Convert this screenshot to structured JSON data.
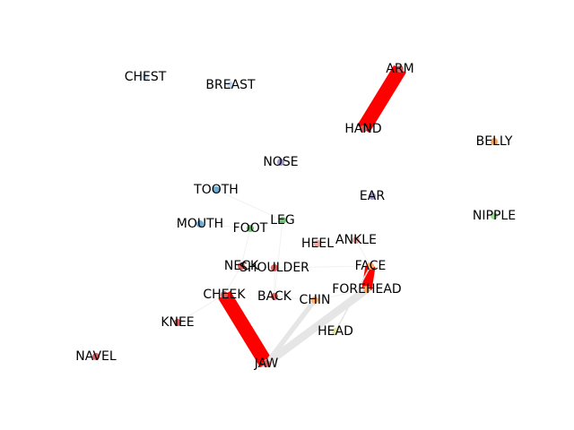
{
  "graph": {
    "nodes": [
      {
        "id": "CHEST",
        "label": "CHEST",
        "color": "#c6dbef"
      },
      {
        "id": "BREAST",
        "label": "BREAST",
        "color": "#c6dbef"
      },
      {
        "id": "ARM",
        "label": "ARM",
        "color": "#d95f5f"
      },
      {
        "id": "HAND",
        "label": "HAND",
        "color": "#d95f5f"
      },
      {
        "id": "BELLY",
        "label": "BELLY",
        "color": "#f4a261"
      },
      {
        "id": "NOSE",
        "label": "NOSE",
        "color": "#9e9ac8"
      },
      {
        "id": "TOOTH",
        "label": "TOOTH",
        "color": "#6baed6"
      },
      {
        "id": "EAR",
        "label": "EAR",
        "color": "#9e9ac8"
      },
      {
        "id": "NIPPLE",
        "label": "NIPPLE",
        "color": "#a1d99b"
      },
      {
        "id": "LEG",
        "label": "LEG",
        "color": "#74c476"
      },
      {
        "id": "MOUTH",
        "label": "MOUTH",
        "color": "#6baed6"
      },
      {
        "id": "FOOT",
        "label": "FOOT",
        "color": "#74c476"
      },
      {
        "id": "ANKLE",
        "label": "ANKLE",
        "color": "#f4a6a6"
      },
      {
        "id": "HEEL",
        "label": "HEEL",
        "color": "#f4a6a6"
      },
      {
        "id": "NECK",
        "label": "NECK",
        "color": "#d95f5f"
      },
      {
        "id": "SHOULDER",
        "label": "SHOULDER",
        "color": "#d95f5f"
      },
      {
        "id": "FACE",
        "label": "FACE",
        "color": "#fdae6b"
      },
      {
        "id": "CHEEK",
        "label": "CHEEK",
        "color": "#d95f5f"
      },
      {
        "id": "BACK",
        "label": "BACK",
        "color": "#d95f5f"
      },
      {
        "id": "CHIN",
        "label": "CHIN",
        "color": "#fdae6b"
      },
      {
        "id": "FOREHEAD",
        "label": "FOREHEAD",
        "color": "#fdae6b"
      },
      {
        "id": "KNEE",
        "label": "KNEE",
        "color": "#d95f5f"
      },
      {
        "id": "HEAD",
        "label": "HEAD",
        "color": "#e7e7a0"
      },
      {
        "id": "NAVEL",
        "label": "NAVEL",
        "color": "#d95f5f"
      },
      {
        "id": "JAW",
        "label": "JAW",
        "color": "#d95f5f"
      }
    ],
    "edges": [
      {
        "source": "ARM",
        "target": "HAND",
        "weight": 1.0,
        "color": "#ff0000"
      },
      {
        "source": "CHEEK",
        "target": "JAW",
        "weight": 1.0,
        "color": "#ff0000"
      },
      {
        "source": "FACE",
        "target": "FOREHEAD",
        "weight": 0.7,
        "color": "#ff0000"
      },
      {
        "source": "FOREHEAD",
        "target": "JAW",
        "weight": 0.55,
        "color": "#e6e6e6"
      },
      {
        "source": "CHIN",
        "target": "JAW",
        "weight": 0.35,
        "color": "#e6e6e6"
      },
      {
        "source": "FACE",
        "target": "HEAD",
        "weight": 0.1,
        "color": "#e6e6e6"
      },
      {
        "source": "TOOTH",
        "target": "LEG",
        "weight": 0.05,
        "color": "#eeeeee"
      },
      {
        "source": "LEG",
        "target": "FOOT",
        "weight": 0.05,
        "color": "#eeeeee"
      },
      {
        "source": "FOOT",
        "target": "NECK",
        "weight": 0.05,
        "color": "#eeeeee"
      },
      {
        "source": "NECK",
        "target": "SHOULDER",
        "weight": 0.05,
        "color": "#eeeeee"
      },
      {
        "source": "SHOULDER",
        "target": "BACK",
        "weight": 0.05,
        "color": "#eeeeee"
      },
      {
        "source": "SHOULDER",
        "target": "FACE",
        "weight": 0.05,
        "color": "#eeeeee"
      },
      {
        "source": "HEEL",
        "target": "ANKLE",
        "weight": 0.05,
        "color": "#eeeeee"
      },
      {
        "source": "ANKLE",
        "target": "FACE",
        "weight": 0.05,
        "color": "#eeeeee"
      },
      {
        "source": "BACK",
        "target": "CHIN",
        "weight": 0.05,
        "color": "#eeeeee"
      },
      {
        "source": "CHEEK",
        "target": "NECK",
        "weight": 0.05,
        "color": "#eeeeee"
      },
      {
        "source": "KNEE",
        "target": "CHEEK",
        "weight": 0.05,
        "color": "#eeeeee"
      },
      {
        "source": "LEG",
        "target": "BACK",
        "weight": 0.05,
        "color": "#eeeeee"
      },
      {
        "source": "MOUTH",
        "target": "FOOT",
        "weight": 0.05,
        "color": "#eeeeee"
      },
      {
        "source": "CHIN",
        "target": "FOREHEAD",
        "weight": 0.05,
        "color": "#eeeeee"
      }
    ]
  }
}
